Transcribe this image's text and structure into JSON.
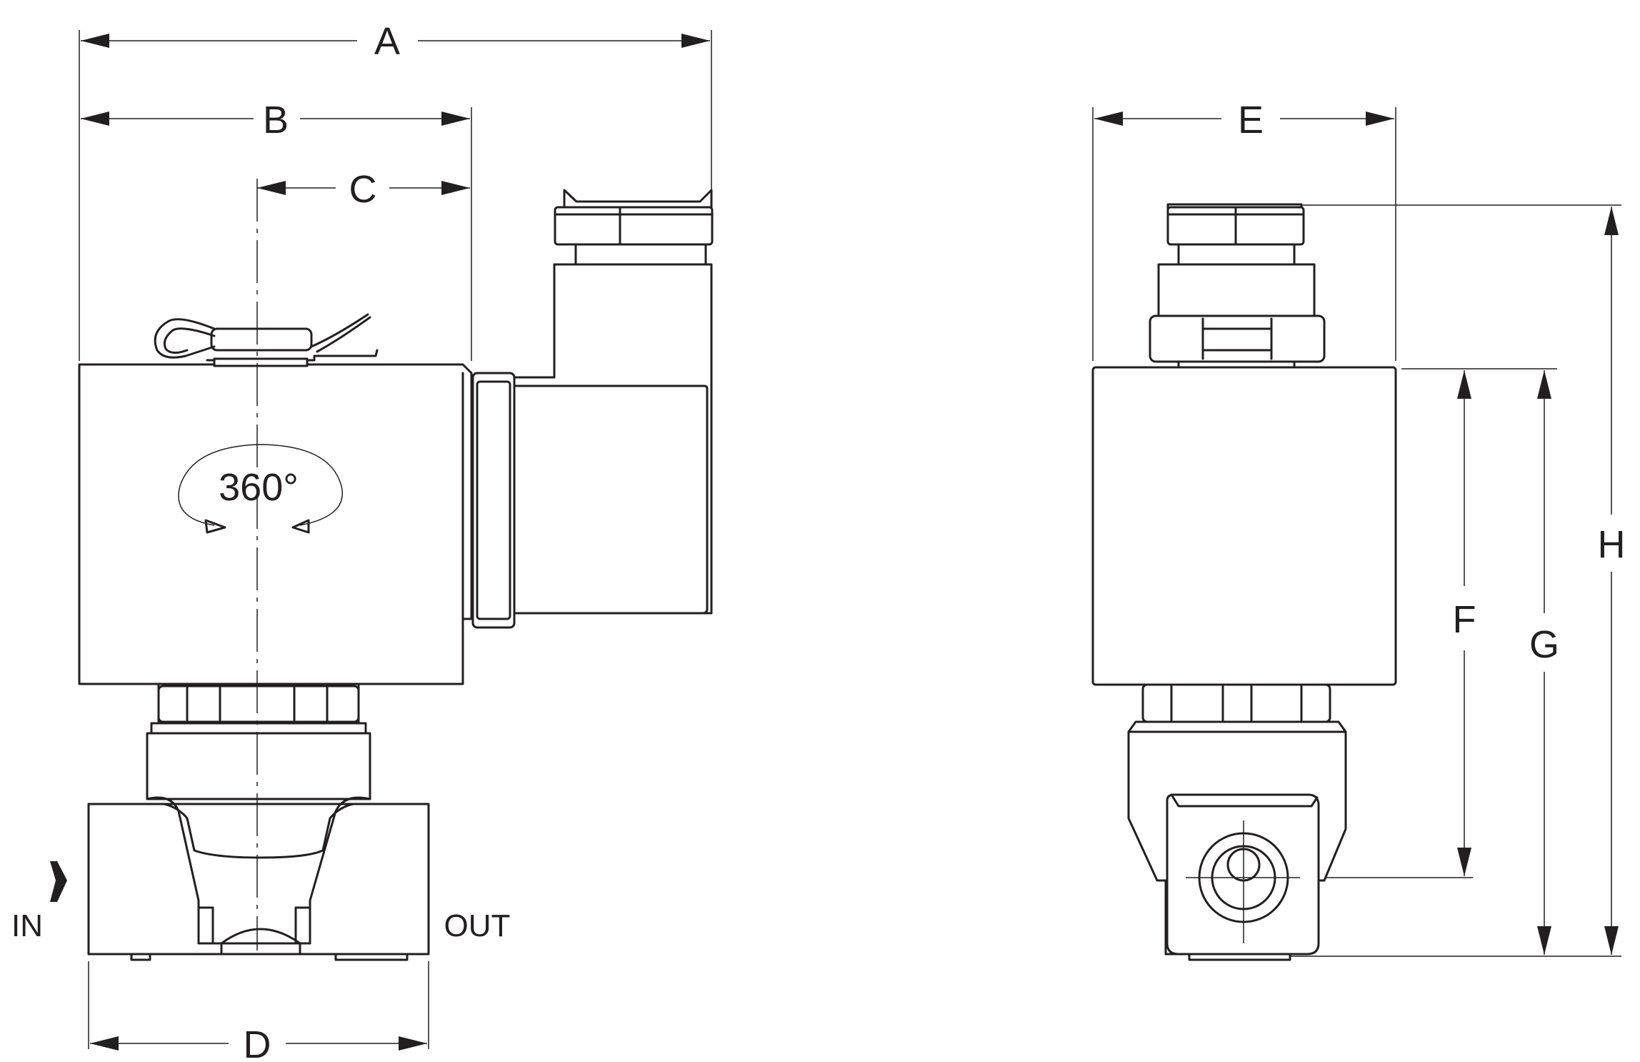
{
  "dimensions": {
    "a": "A",
    "b": "B",
    "c": "C",
    "d": "D",
    "e": "E",
    "f": "F",
    "g": "G",
    "h": "H"
  },
  "rotation_label": "360°",
  "ports": {
    "inlet": "IN",
    "outlet": "OUT"
  }
}
